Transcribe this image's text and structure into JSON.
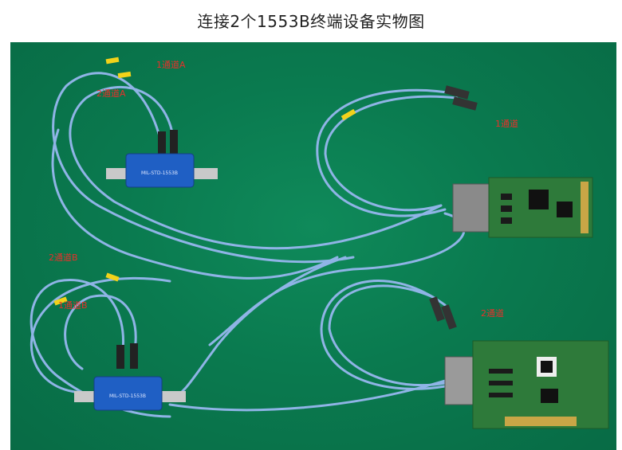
{
  "title": "连接2个1553B终端设备实物图",
  "labels": {
    "top_ch1a": "1通道A",
    "top_ch2a": "2通道A",
    "top_right_ch1": "1通道",
    "bottom_ch2b": "2通道B",
    "bottom_ch1b": "1通道B",
    "bottom_right_ch2": "2通道"
  },
  "colors": {
    "background_mat": "#0a7a4f",
    "cable": "#8fb4e6",
    "label_text": "#e8302a",
    "coupler_box": "#1f5fc4",
    "pcb": "#2e7a3a"
  }
}
